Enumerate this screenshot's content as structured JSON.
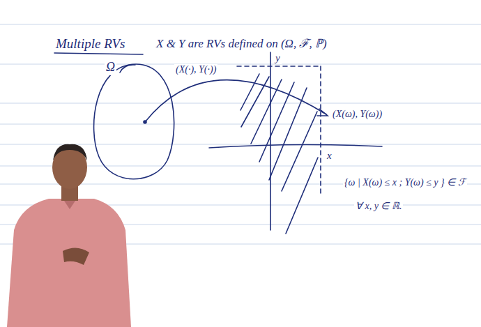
{
  "diagram": {
    "title": "Multiple RVs",
    "labels": [
      "X & Y are RVs defined on (Ω, ℱ, ℙ)",
      "Ω",
      "(X(·), Y(·))",
      "y",
      "(X(ω), Y(ω))",
      "x",
      "{ω | X(ω) ≤ x ; Y(ω) ≤ y } ∈ ℱ",
      "∀ x, y ∈ ℝ."
    ]
  }
}
